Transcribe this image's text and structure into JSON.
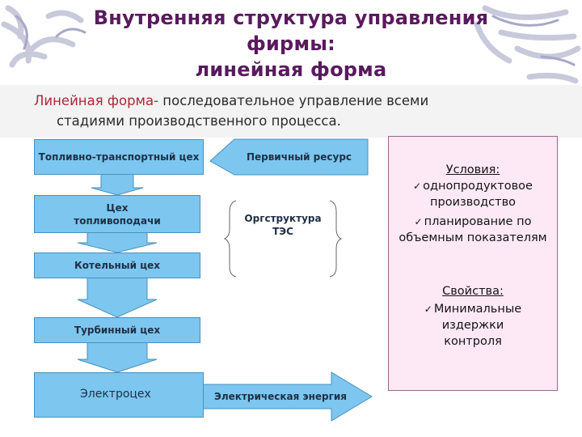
{
  "title": {
    "line1": "Внутренняя структура управления",
    "line2": "фирмы:",
    "line3": "линейная форма"
  },
  "lead": {
    "highlight": "Линейная форма-",
    "text1": " последовательное управление всеми",
    "text2": "стадиями производственного процесса."
  },
  "chain": {
    "fuel_transport": "Топливно-транспортный цех",
    "fuel_supply": "Цех топливоподачи",
    "boiler": "Котельный цех",
    "turbine": "Турбинный цех",
    "electric": "Электроцех"
  },
  "arrows": {
    "primary_resource": "Первичный ресурс",
    "electric_energy": "Электрическая энергия"
  },
  "org": {
    "label": "Оргструктура ТЭС"
  },
  "conditions": {
    "heading": "Условия:",
    "items": [
      "однопродуктовое производство",
      "планирование по объемным показателям"
    ],
    "props_heading": "Свойства:",
    "props": [
      "Минимальные издержки контроля"
    ]
  },
  "colors": {
    "title": "#5a1a5e",
    "highlight": "#b0263a",
    "box_fill": "#7cc6ef",
    "box_border": "#4a90c0",
    "conditions_fill": "#fde8f6"
  }
}
